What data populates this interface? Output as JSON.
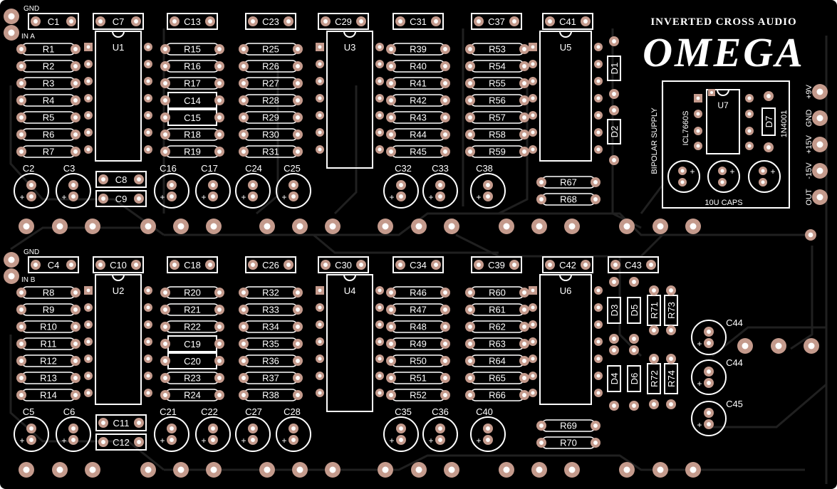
{
  "colors": {
    "board": "#000000",
    "silk": "#ffffff",
    "pad": "#c49a8c",
    "hole": "#ffffff",
    "trace": "#202020"
  },
  "branding": {
    "maker": "INVERTED CROSS AUDIO",
    "product": "OMEGA"
  },
  "supply": {
    "title": "BIPOLAR SUPPLY",
    "ic": "ICL7660S",
    "ic_ref": "U7",
    "diode_ref": "D7",
    "diode_part": "1N4001",
    "caps_note": "10U CAPS",
    "connector_labels": [
      "OUT",
      "-15V",
      "+15V",
      "GND",
      "+9V"
    ]
  },
  "channel_a": {
    "gnd": "GND",
    "input": "IN A",
    "top_caps": [
      "C1",
      "C7",
      "C13",
      "C23",
      "C29",
      "C31",
      "C37",
      "C41"
    ],
    "ics": [
      "U1",
      "U3",
      "U5"
    ],
    "resistors_col1": [
      "R1",
      "R2",
      "R3",
      "R4",
      "R5",
      "R6",
      "R7"
    ],
    "col3": [
      "R15",
      "R16",
      "R17",
      "C14",
      "C15",
      "R18",
      "R19"
    ],
    "resistors_col4": [
      "R25",
      "R26",
      "R27",
      "R28",
      "R29",
      "R30",
      "R31"
    ],
    "resistors_col5": [
      "R39",
      "R40",
      "R41",
      "R42",
      "R43",
      "R44",
      "R45"
    ],
    "resistors_col6": [
      "R53",
      "R54",
      "R55",
      "R56",
      "R57",
      "R58",
      "R59"
    ],
    "small_caps": [
      "C8",
      "C9"
    ],
    "bottom_resistors": [
      "R67",
      "R68"
    ],
    "elcaps": [
      "C2",
      "C3",
      "C16",
      "C17",
      "C24",
      "C25",
      "C32",
      "C33",
      "C38"
    ],
    "diodes": [
      "D1",
      "D2"
    ]
  },
  "channel_b": {
    "gnd": "GND",
    "input": "IN B",
    "top_caps": [
      "C4",
      "C10",
      "C18",
      "C26",
      "C30",
      "C34",
      "C39",
      "C42",
      "C43"
    ],
    "ics": [
      "U2",
      "U4",
      "U6"
    ],
    "resistors_col1": [
      "R8",
      "R9",
      "R10",
      "R11",
      "R12",
      "R13",
      "R14"
    ],
    "col3": [
      "R20",
      "R21",
      "R22",
      "C19",
      "C20",
      "R23",
      "R24"
    ],
    "resistors_col4": [
      "R32",
      "R33",
      "R34",
      "R35",
      "R36",
      "R37",
      "R38"
    ],
    "resistors_col5": [
      "R46",
      "R47",
      "R48",
      "R49",
      "R50",
      "R51",
      "R52"
    ],
    "resistors_col6": [
      "R60",
      "R61",
      "R62",
      "R63",
      "R64",
      "R65",
      "R66"
    ],
    "small_caps": [
      "C11",
      "C12"
    ],
    "bottom_resistors": [
      "R69",
      "R70"
    ],
    "elcaps": [
      "C5",
      "C6",
      "C21",
      "C22",
      "C27",
      "C28",
      "C35",
      "C36",
      "C40"
    ],
    "diodes": [
      "D3",
      "D5",
      "D4",
      "D6"
    ],
    "vertical_resistors": [
      "R71",
      "R73",
      "R72",
      "R74"
    ],
    "power_caps": [
      "C44",
      "C44",
      "C45"
    ]
  }
}
